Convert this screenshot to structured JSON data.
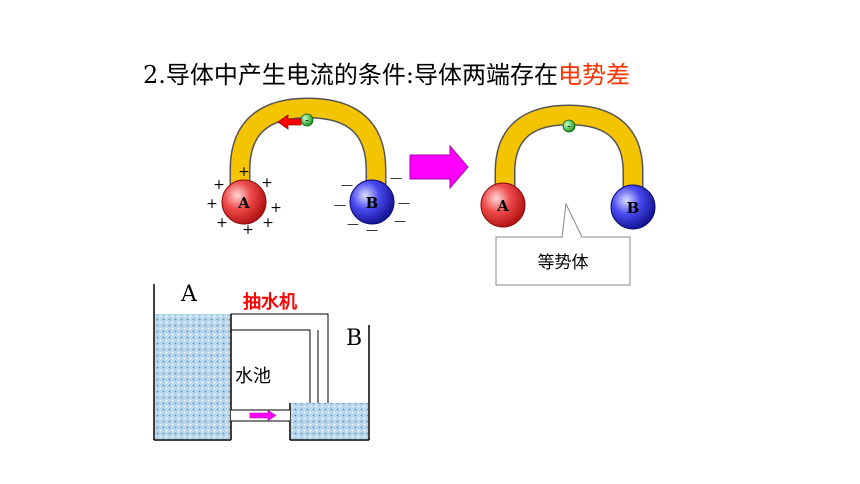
{
  "title": {
    "prefix": "2.导体中产生电流的条件:导体两端存在",
    "highlight": "电势差",
    "highlight_color": "#ff3300"
  },
  "left_conductor": {
    "ball_a": "A",
    "ball_b": "B",
    "electron": "-",
    "plus_sign": "+",
    "minus_sign": "—"
  },
  "right_conductor": {
    "ball_a": "A",
    "ball_b": "B",
    "electron": "-",
    "callout": "等势体"
  },
  "water_model": {
    "tank_a": "A",
    "tank_b": "B",
    "pump": "抽水机",
    "pool": "水池",
    "pump_color": "#ff0000"
  },
  "colors": {
    "ball_a": "#e8313a",
    "ball_b": "#2b2bd6",
    "arc": "#f5c400",
    "electron": "#1ea81e",
    "arrow": "#ff00ff",
    "water": "#a9cde6"
  },
  "icons": [
    "red-arrow-icon",
    "magenta-arrow-icon"
  ]
}
